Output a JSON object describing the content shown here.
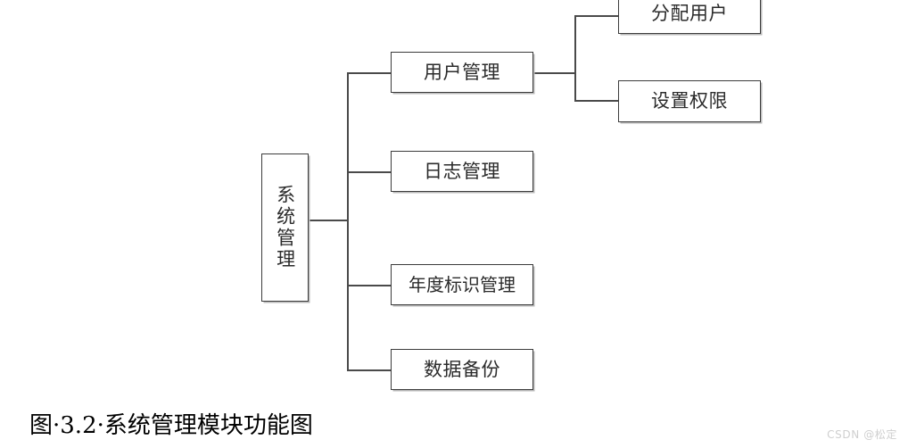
{
  "figure": {
    "caption": "图·3.2·系统管理模块功能图",
    "watermark": "CSDN @松定",
    "line_color": "#4a4a4a",
    "border_color": "#3c3c3c",
    "shadow_color": "#b9b9b9",
    "background": "#ffffff"
  },
  "chart_data": {
    "type": "diagram",
    "subtype": "tree",
    "title": "系统管理模块功能图",
    "orientation": "left-to-right",
    "root": {
      "id": "root",
      "label": "系统管理",
      "text_orientation": "vertical"
    },
    "nodes": [
      {
        "id": "user-mgmt",
        "label": "用户管理",
        "level": 1,
        "parent": "root"
      },
      {
        "id": "assign-user",
        "label": "分配用户",
        "level": 2,
        "parent": "user-mgmt"
      },
      {
        "id": "set-perm",
        "label": "设置权限",
        "level": 2,
        "parent": "user-mgmt"
      },
      {
        "id": "log-mgmt",
        "label": "日志管理",
        "level": 1,
        "parent": "root"
      },
      {
        "id": "year-mgmt",
        "label": "年度标识管理",
        "level": 1,
        "parent": "root"
      },
      {
        "id": "data-backup",
        "label": "数据备份",
        "level": 1,
        "parent": "root"
      }
    ]
  },
  "diagram": {
    "root_label": "系统管理",
    "user_mgmt_label": "用户管理",
    "assign_user_label": "分配用户",
    "set_perm_label": "设置权限",
    "log_mgmt_label": "日志管理",
    "year_mgmt_label": "年度标识管理",
    "data_backup_label": "数据备份"
  }
}
